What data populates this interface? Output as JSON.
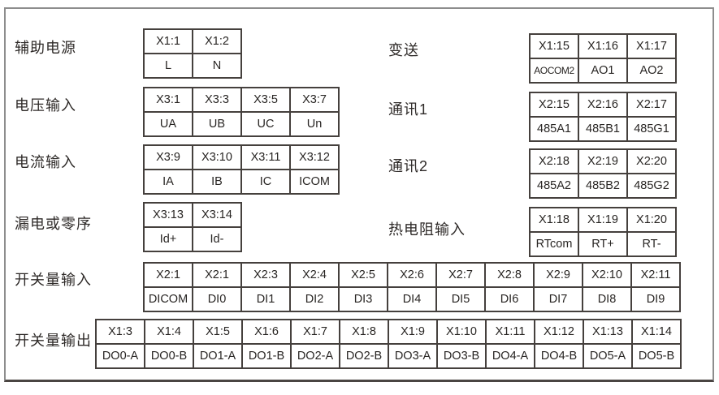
{
  "frame": {
    "background": "#ffffff",
    "border_color": "#8d8d8d",
    "bottom_edge_color": "#4a4542"
  },
  "table_style": {
    "border_color": "#45403d",
    "text_color": "#282523"
  },
  "sections": [
    {
      "id": "aux-power",
      "label": "辅助电源",
      "terminals": [
        {
          "pin": "X1:1",
          "signal": "L"
        },
        {
          "pin": "X1:2",
          "signal": "N"
        }
      ]
    },
    {
      "id": "voltage-input",
      "label": "电压输入",
      "terminals": [
        {
          "pin": "X3:1",
          "signal": "UA"
        },
        {
          "pin": "X3:3",
          "signal": "UB"
        },
        {
          "pin": "X3:5",
          "signal": "UC"
        },
        {
          "pin": "X3:7",
          "signal": "Un"
        }
      ]
    },
    {
      "id": "current-input",
      "label": "电流输入",
      "terminals": [
        {
          "pin": "X3:9",
          "signal": "IA"
        },
        {
          "pin": "X3:10",
          "signal": "IB"
        },
        {
          "pin": "X3:11",
          "signal": "IC"
        },
        {
          "pin": "X3:12",
          "signal": "ICOM"
        }
      ]
    },
    {
      "id": "leakage-zero-seq",
      "label": "漏电或零序",
      "terminals": [
        {
          "pin": "X3:13",
          "signal": "Id+"
        },
        {
          "pin": "X3:14",
          "signal": "Id-"
        }
      ]
    },
    {
      "id": "digital-input",
      "label": "开关量输入",
      "terminals": [
        {
          "pin": "X2:1",
          "signal": "DICOM"
        },
        {
          "pin": "X2:1",
          "signal": "DI0"
        },
        {
          "pin": "X2:3",
          "signal": "DI1"
        },
        {
          "pin": "X2:4",
          "signal": "DI2"
        },
        {
          "pin": "X2:5",
          "signal": "DI3"
        },
        {
          "pin": "X2:6",
          "signal": "DI4"
        },
        {
          "pin": "X2:7",
          "signal": "DI5"
        },
        {
          "pin": "X2:8",
          "signal": "DI6"
        },
        {
          "pin": "X2:9",
          "signal": "DI7"
        },
        {
          "pin": "X2:10",
          "signal": "DI8"
        },
        {
          "pin": "X2:11",
          "signal": "DI9"
        }
      ]
    },
    {
      "id": "digital-output",
      "label": "开关量输出",
      "terminals": [
        {
          "pin": "X1:3",
          "signal": "DO0-A"
        },
        {
          "pin": "X1:4",
          "signal": "DO0-B"
        },
        {
          "pin": "X1:5",
          "signal": "DO1-A"
        },
        {
          "pin": "X1:6",
          "signal": "DO1-B"
        },
        {
          "pin": "X1:7",
          "signal": "DO2-A"
        },
        {
          "pin": "X1:8",
          "signal": "DO2-B"
        },
        {
          "pin": "X1:9",
          "signal": "DO3-A"
        },
        {
          "pin": "X1:10",
          "signal": "DO3-B"
        },
        {
          "pin": "X1:11",
          "signal": "DO4-A"
        },
        {
          "pin": "X1:12",
          "signal": "DO4-B"
        },
        {
          "pin": "X1:13",
          "signal": "DO5-A"
        },
        {
          "pin": "X1:14",
          "signal": "DO5-B"
        }
      ]
    },
    {
      "id": "transmit",
      "label": "变送",
      "terminals": [
        {
          "pin": "X1:15",
          "signal": "AOCOM2"
        },
        {
          "pin": "X1:16",
          "signal": "AO1"
        },
        {
          "pin": "X1:17",
          "signal": "AO2"
        }
      ]
    },
    {
      "id": "comm1",
      "label": "通讯1",
      "terminals": [
        {
          "pin": "X2:15",
          "signal": "485A1"
        },
        {
          "pin": "X2:16",
          "signal": "485B1"
        },
        {
          "pin": "X2:17",
          "signal": "485G1"
        }
      ]
    },
    {
      "id": "comm2",
      "label": "通讯2",
      "terminals": [
        {
          "pin": "X2:18",
          "signal": "485A2"
        },
        {
          "pin": "X2:19",
          "signal": "485B2"
        },
        {
          "pin": "X2:20",
          "signal": "485G2"
        }
      ]
    },
    {
      "id": "rtd-input",
      "label": "热电阻输入",
      "terminals": [
        {
          "pin": "X1:18",
          "signal": "RTcom"
        },
        {
          "pin": "X1:19",
          "signal": "RT+"
        },
        {
          "pin": "X1:20",
          "signal": "RT-"
        }
      ]
    }
  ]
}
